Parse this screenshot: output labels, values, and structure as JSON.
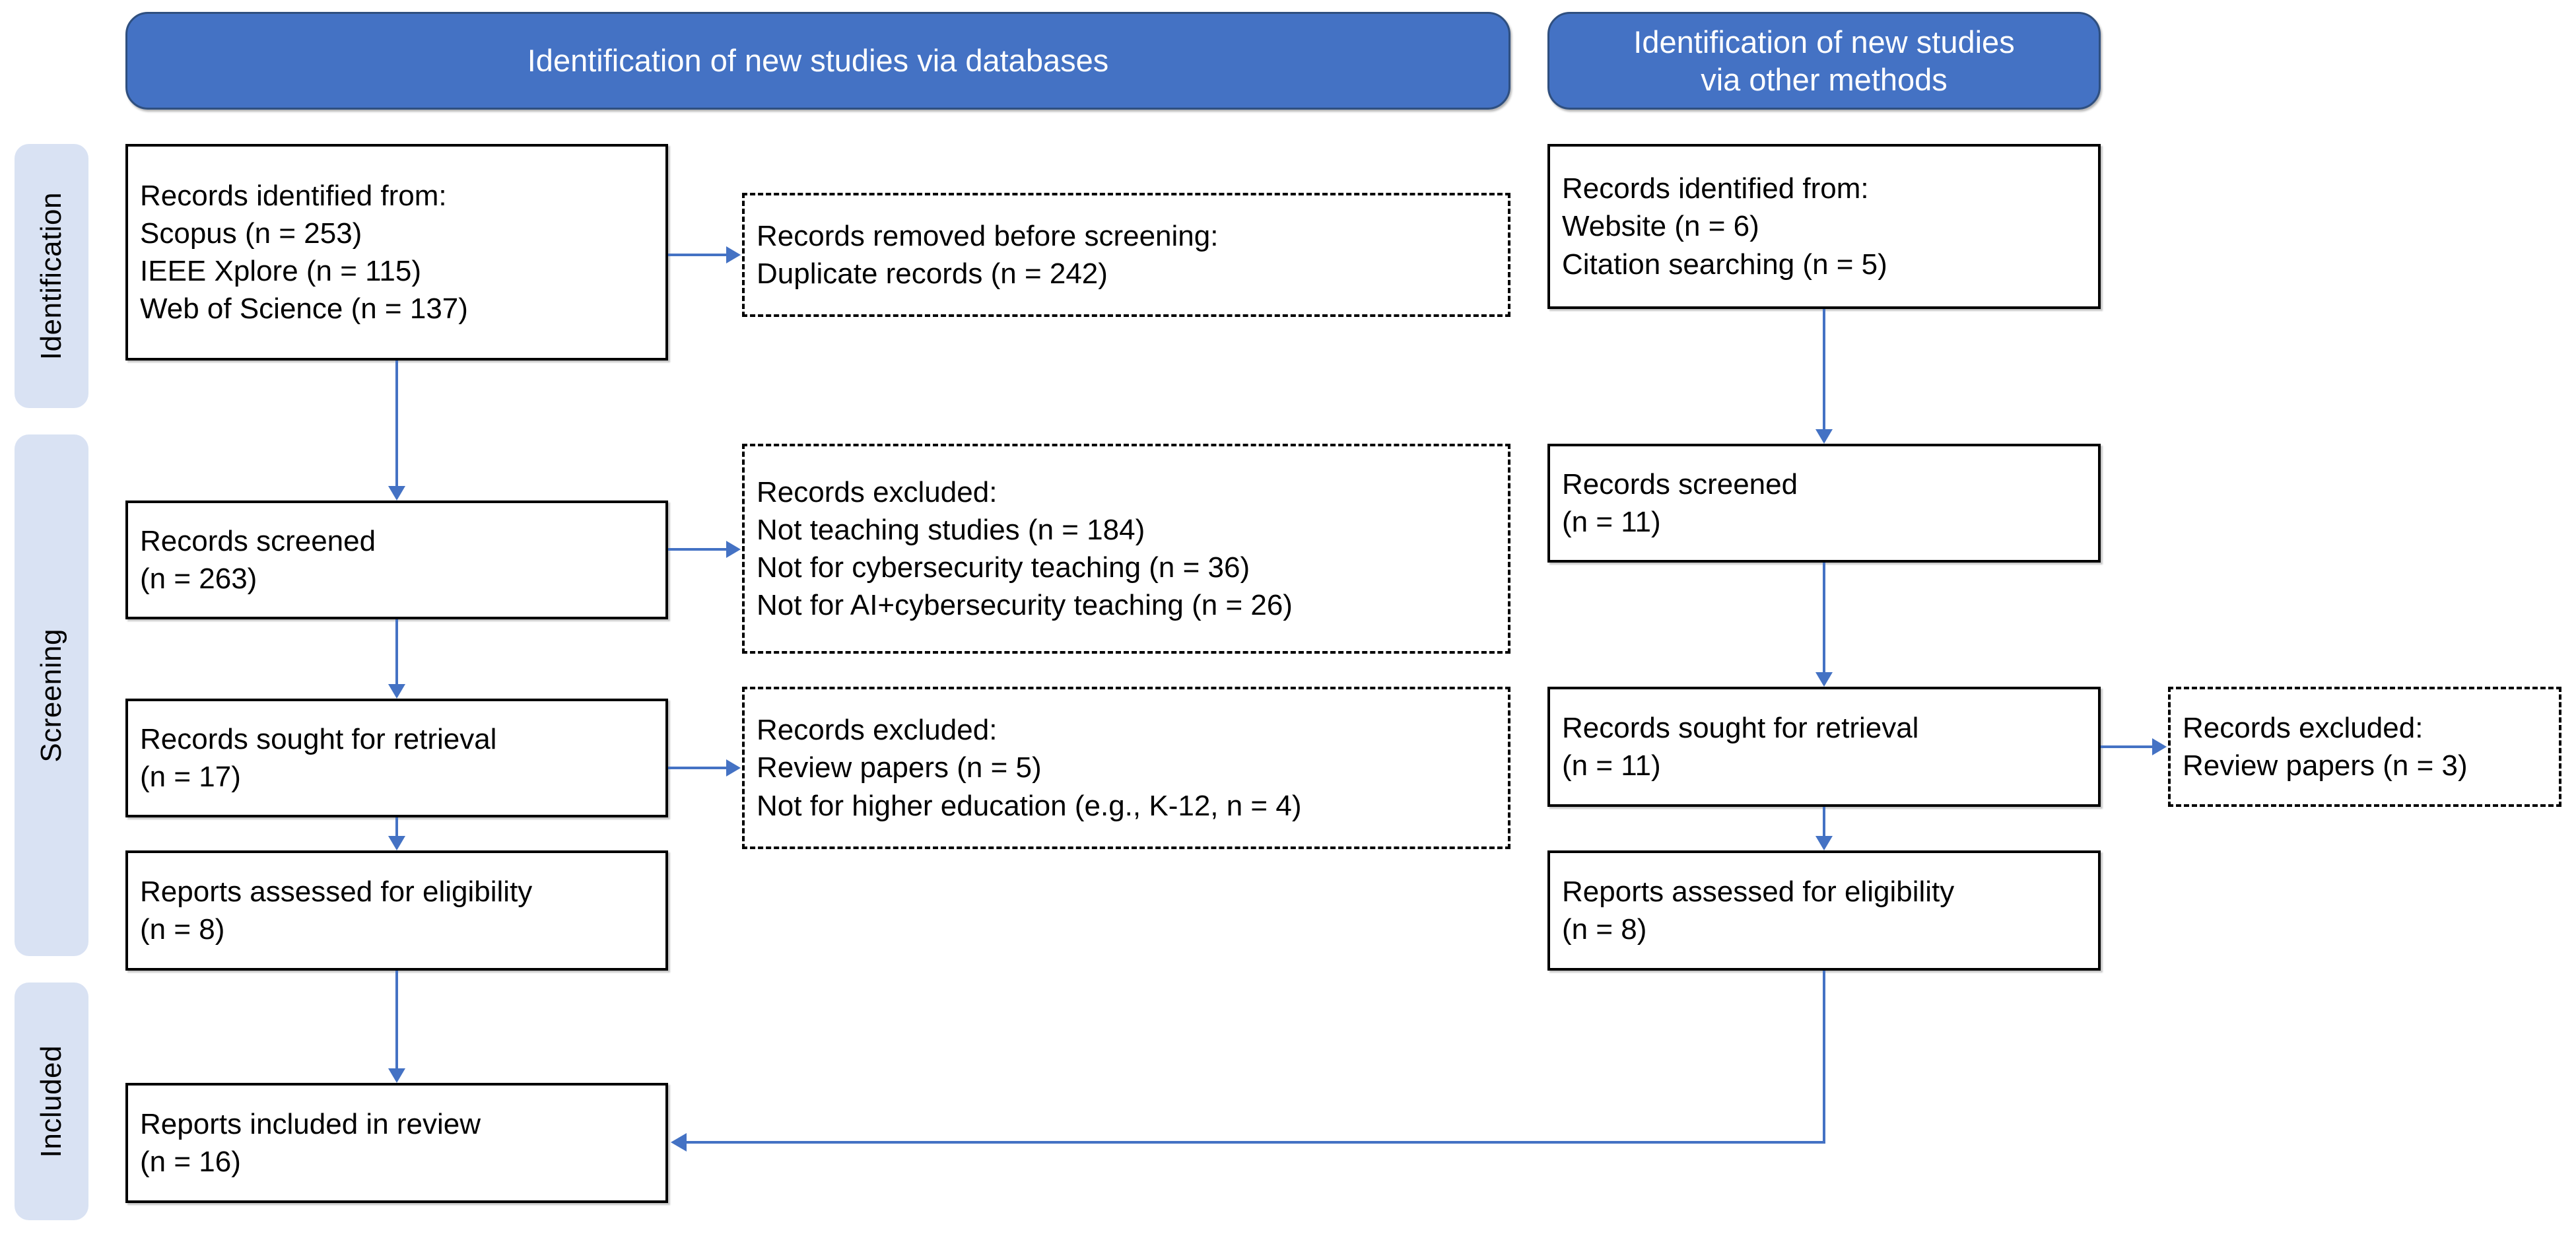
{
  "diagram": {
    "type": "PRISMA 2020 flow diagram",
    "accent_blue": "#4472C4",
    "band_fill": "#D9E2F3",
    "box_border": "#000000"
  },
  "headers": {
    "left": "Identification of new studies via databases",
    "right_line1": "Identification of new studies",
    "right_line2": "via other methods"
  },
  "stages": {
    "identification": "Identification",
    "screening": "Screening",
    "included": "Included"
  },
  "left_column": {
    "identified": {
      "line1": "Records identified from:",
      "line2": "Scopus (n = 253)",
      "line3": "IEEE Xplore (n = 115)",
      "line4": "Web of Science (n = 137)"
    },
    "screened": {
      "line1": "Records screened",
      "line2": "(n = 263)"
    },
    "sought": {
      "line1": "Records sought for retrieval",
      "line2": "(n = 17)"
    },
    "assessed": {
      "line1": "Reports assessed for eligibility",
      "line2": "(n = 8)"
    },
    "included": {
      "line1": "Reports included in review",
      "line2": "(n = 16)"
    }
  },
  "left_exclusions": {
    "removed_before_screening": {
      "line1": "Records removed before screening:",
      "line2": "Duplicate records (n = 242)"
    },
    "excluded_screening": {
      "line1": "Records excluded:",
      "line2": "Not teaching studies (n = 184)",
      "line3": "Not for cybersecurity teaching (n = 36)",
      "line4": "Not for AI+cybersecurity teaching (n = 26)"
    },
    "excluded_retrieval": {
      "line1": "Records excluded:",
      "line2": "Review papers (n = 5)",
      "line3": "Not for higher education (e.g., K-12, n = 4)"
    }
  },
  "right_column": {
    "identified": {
      "line1": "Records identified from:",
      "line2": "Website (n = 6)",
      "line3": "Citation searching (n = 5)"
    },
    "screened": {
      "line1": "Records screened",
      "line2": "(n = 11)"
    },
    "sought": {
      "line1": "Records sought for retrieval",
      "line2": "(n = 11)"
    },
    "assessed": {
      "line1": "Reports assessed for eligibility",
      "line2": "(n = 8)"
    }
  },
  "right_exclusions": {
    "excluded_retrieval": {
      "line1": "Records excluded:",
      "line2": "Review papers (n = 3)"
    }
  }
}
